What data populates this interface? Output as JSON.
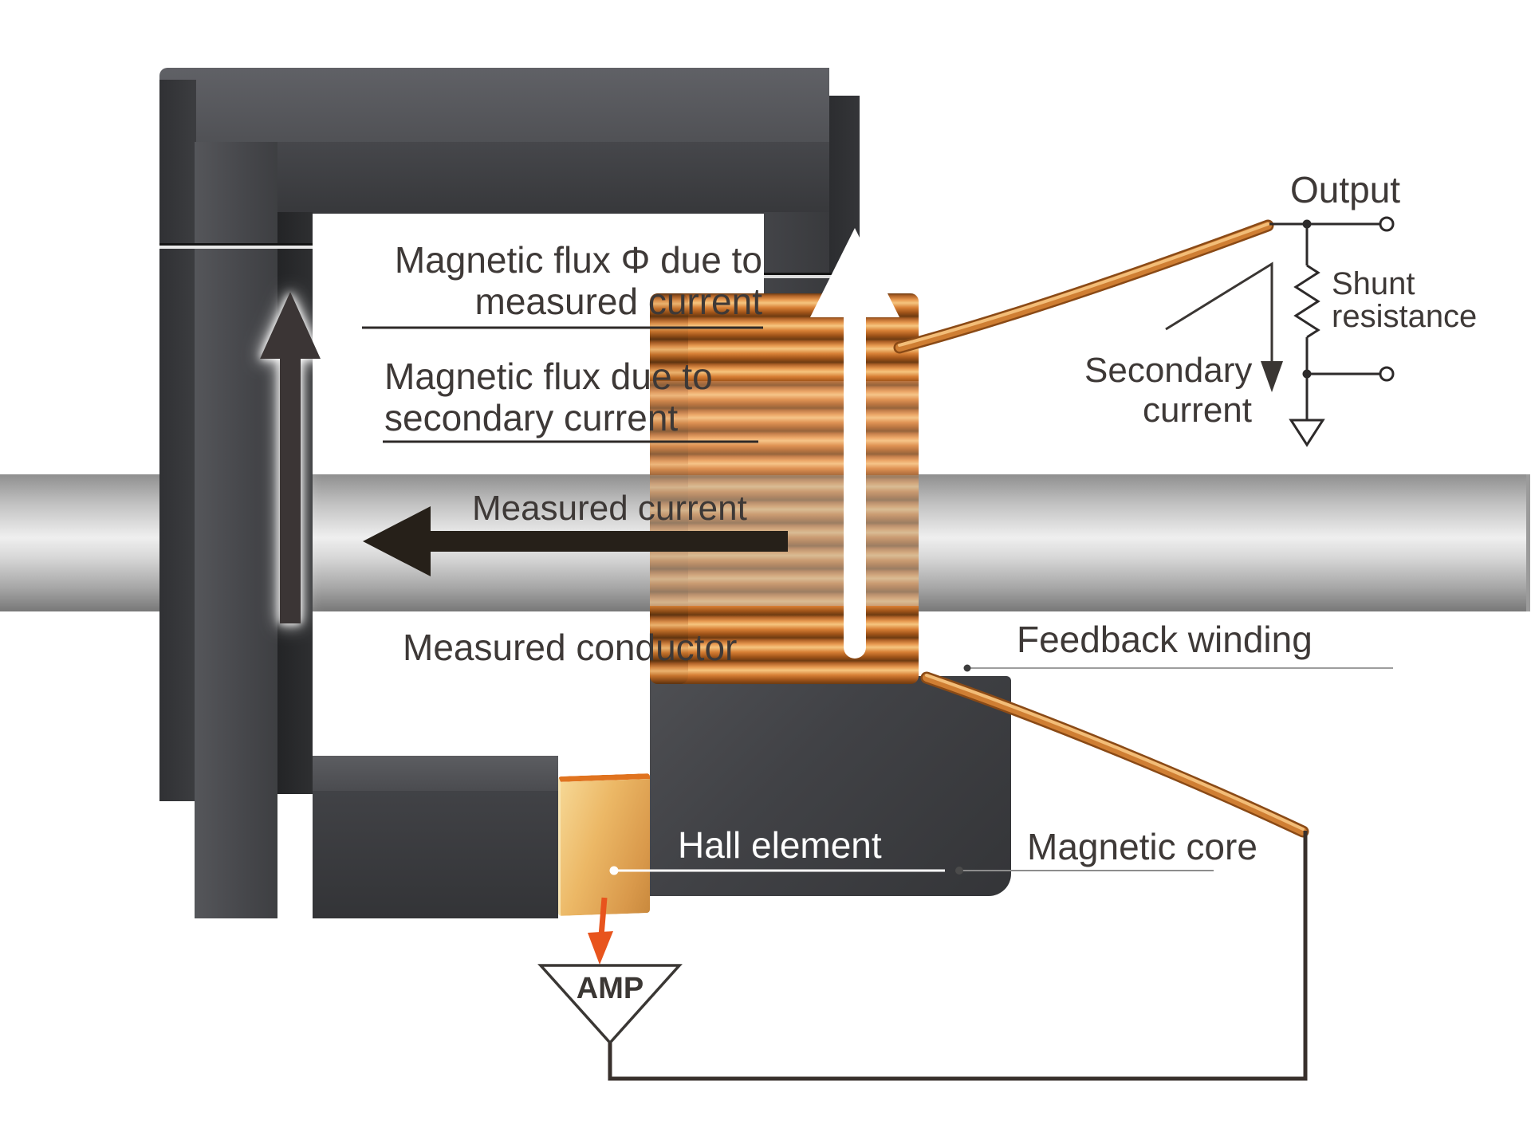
{
  "labels": {
    "flux_primary_line1": "Magnetic flux Φ due to",
    "flux_primary_line2": "measured current",
    "flux_secondary_line1": "Magnetic flux due to",
    "flux_secondary_line2": "secondary current",
    "measured_current": "Measured current",
    "measured_conductor": "Measured conductor",
    "hall_element": "Hall element",
    "magnetic_core": "Magnetic core",
    "feedback_winding": "Feedback winding",
    "secondary_current_line1": "Secondary",
    "secondary_current_line2": "current",
    "output": "Output",
    "shunt_line1": "Shunt",
    "shunt_line2": "resistance",
    "amp": "AMP"
  },
  "colors": {
    "core_gray": "#414246",
    "conductor_gray": "#c2c2c2",
    "copper": "#c4722a",
    "hall_gold": "#ecb866",
    "accent_orange": "#e8541d",
    "text_dark": "#3e3937",
    "text_white": "#ffffff"
  }
}
